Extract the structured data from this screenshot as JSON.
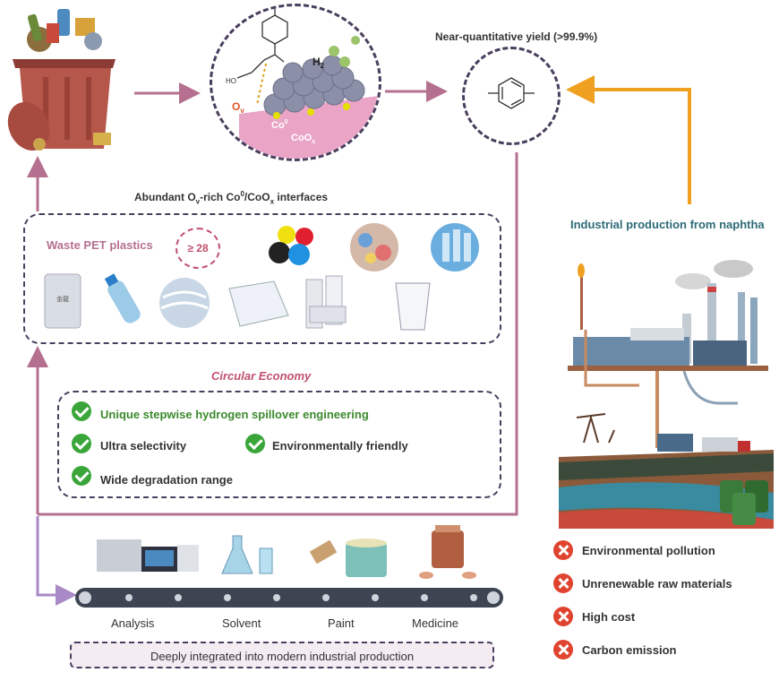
{
  "top": {
    "yield_label": "Near-quantitative yield (>99.9%)",
    "catalyst": {
      "ov": "O",
      "ov_sub": "v",
      "co": "Co",
      "co_sup": "0",
      "coox": "CoO",
      "coox_sub": "x",
      "h2": "H",
      "h2_sub": "2",
      "ho": "HO"
    }
  },
  "interface_caption": {
    "a": "Abundant O",
    "sub": "v",
    "b": "-rich Co",
    "sup": "0",
    "c": "/CoO",
    "sub2": "x",
    "d": " interfaces"
  },
  "pet": {
    "label": "Waste PET plastics",
    "count": "≥ 28",
    "bag_text": "金龍"
  },
  "circular_economy": "Circular Economy",
  "features": [
    "Unique stepwise hydrogen spillover engineering",
    "Ultra selectivity",
    "Environmentally friendly",
    "Wide degradation range"
  ],
  "industrial": {
    "title": "Industrial production from naphtha"
  },
  "drawbacks": [
    "Environmental pollution",
    "Unrenewable raw materials",
    "High cost",
    "Carbon emission"
  ],
  "applications": [
    "Analysis",
    "Solvent",
    "Paint",
    "Medicine"
  ],
  "bottom_banner": "Deeply integrated into modern industrial production",
  "colors": {
    "arrow_main": "#b5708f",
    "arrow_naphtha": "#f0a020",
    "arrow_lower": "#a98ac6",
    "check": "#3aa63a",
    "cross": "#e0442f",
    "highlight_text": "#3c8a2e",
    "circular": "#c0506e",
    "title_teal": "#2e6b78"
  }
}
